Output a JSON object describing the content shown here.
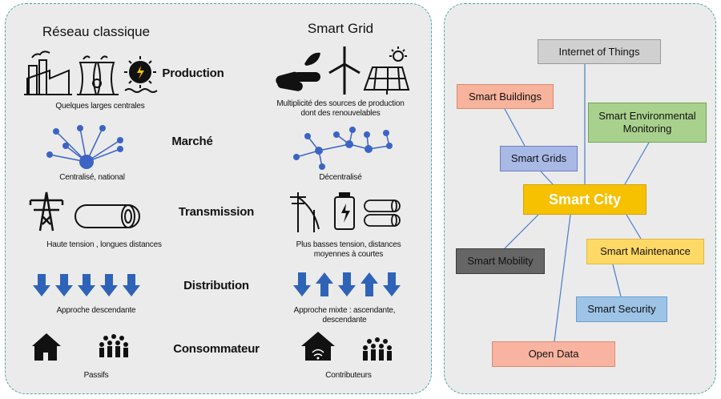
{
  "left": {
    "classic_title": "Réseau classique",
    "smart_title": "Smart Grid",
    "rows": [
      {
        "label": "Production",
        "classic": "Quelques larges centrales",
        "smart": "Multiplicité des sources de production dont des renouvelables"
      },
      {
        "label": "Marché",
        "classic": "Centralisé, national",
        "smart": "Décentralisé"
      },
      {
        "label": "Transmission",
        "classic": "Haute tension , longues distances",
        "smart": "Plus basses tension, distances moyennes à courtes"
      },
      {
        "label": "Distribution",
        "classic": "Approche descendante",
        "smart": "Approche mixte : ascendante, descendante"
      },
      {
        "label": "Consommateur",
        "classic": "Passifs",
        "smart": "Contributeurs"
      }
    ]
  },
  "right": {
    "center": "Smart City",
    "nodes": {
      "iot": "Internet of Things",
      "buildings": "Smart Buildings",
      "environmental": "Smart Environmental Monitoring",
      "grids": "Smart Grids",
      "mobility": "Smart Mobility",
      "maintenance": "Smart Maintenance",
      "security": "Smart Security",
      "opendata": "Open Data"
    }
  },
  "colors": {
    "panel_bg": "#ebebeb",
    "panel_border": "#4aa6a1",
    "arrow_blue": "#2f63b8",
    "node_blue": "#3b64c4",
    "center_bg": "#f6c100",
    "iot_bg": "#d0d0d0",
    "buildings_bg": "#f7b39b",
    "environmental_bg": "#a9d18e",
    "grids_bg": "#a9b9e6",
    "mobility_bg": "#666666",
    "maintenance_bg": "#ffd966",
    "security_bg": "#9dc3e6",
    "opendata_bg": "#f8b4a0"
  }
}
